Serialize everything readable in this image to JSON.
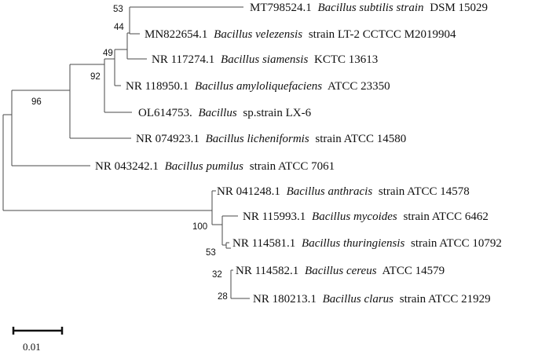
{
  "tree": {
    "leaves": [
      {
        "id": "l1",
        "accession": "MT798524.1",
        "genus_species": "Bacillus subtilis strain",
        "strain": "DSM 15029"
      },
      {
        "id": "l2",
        "accession": "MN822654.1",
        "genus_species": "Bacillus velezensis",
        "strain": "strain LT-2 CCTCC M2019904"
      },
      {
        "id": "l3",
        "accession": "NR 117274.1",
        "genus_species": "Bacillus siamensis",
        "strain": "KCTC 13613"
      },
      {
        "id": "l4",
        "accession": "NR 118950.1",
        "genus_species": "Bacillus amyloliquefaciens",
        "strain": "ATCC 23350"
      },
      {
        "id": "l5",
        "accession": "OL614753.",
        "genus_species": "Bacillus",
        "strain": "sp.strain LX-6"
      },
      {
        "id": "l6",
        "accession": "NR 074923.1",
        "genus_species": "Bacillus licheniformis",
        "strain": "strain ATCC 14580"
      },
      {
        "id": "l7",
        "accession": "NR 043242.1",
        "genus_species": "Bacillus pumilus",
        "strain": "strain ATCC 7061"
      },
      {
        "id": "l8",
        "accession": "NR 041248.1",
        "genus_species": "Bacillus anthracis",
        "strain": "strain ATCC 14578"
      },
      {
        "id": "l9",
        "accession": "NR 115993.1",
        "genus_species": "Bacillus mycoides",
        "strain": "strain ATCC 6462"
      },
      {
        "id": "l10",
        "accession": "NR 114581.1",
        "genus_species": "Bacillus thuringiensis",
        "strain": "strain ATCC 10792"
      },
      {
        "id": "l11",
        "accession": "NR 114582.1",
        "genus_species": "Bacillus cereus",
        "strain": "ATCC 14579"
      },
      {
        "id": "l12",
        "accession": "NR 180213.1",
        "genus_species": "Bacillus clarus",
        "strain": "strain ATCC 21929"
      }
    ],
    "bootstrap_values": {
      "n53a": "53",
      "n44": "44",
      "n49": "49",
      "n92": "92",
      "n96": "96",
      "n100": "100",
      "n53b": "53",
      "n32": "32",
      "n28": "28"
    }
  },
  "scale": {
    "label": "0.01"
  },
  "colors": {
    "branch": "#4a4a4a",
    "text": "#111111",
    "background": "#ffffff"
  }
}
